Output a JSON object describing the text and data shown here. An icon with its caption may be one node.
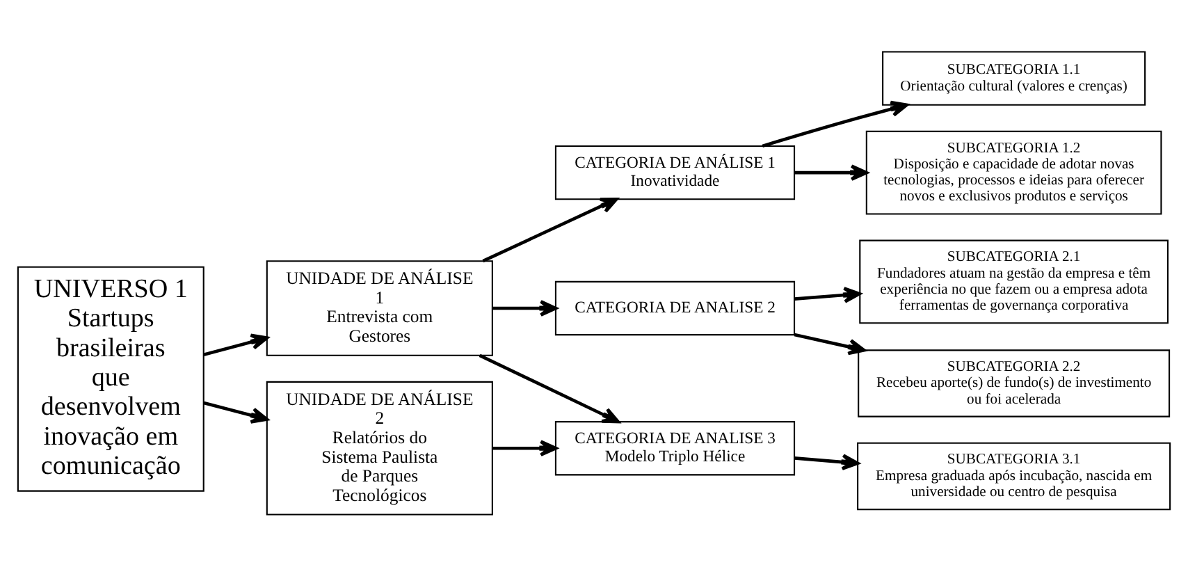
{
  "diagram": {
    "nodes": [
      {
        "text": [
          "UNIVERSO 1",
          "Startups brasileiras que desenvolvem inovação em comunicação"
        ]
      },
      {
        "text": [
          "UNIDADE DE ANÁLISE 1",
          "Entrevista com Gestores"
        ]
      },
      {
        "text": [
          "UNIDADE DE ANÁLISE 2",
          "Relatórios do Sistema Paulista de Parques Tecnológicos"
        ]
      },
      {
        "text": [
          "CATEGORIA DE ANÁLISE 1",
          "Inovatividade"
        ]
      },
      {
        "text": [
          "CATEGORIA DE ANALISE 2"
        ]
      },
      {
        "text": [
          "CATEGORIA DE ANALISE 3",
          "Modelo Triplo Hélice"
        ]
      },
      {
        "text": [
          "SUBCATEGORIA 1.1",
          "Orientação cultural (valores e crenças)"
        ]
      },
      {
        "text": [
          "SUBCATEGORIA 1.2",
          "Disposição e capacidade de adotar novas tecnologias, processos e ideias para oferecer novos e exclusivos produtos e serviços"
        ]
      },
      {
        "text": [
          "SUBCATEGORIA 2.1",
          "Fundadores atuam na gestão da empresa e têm experiência no que fazem ou a empresa adota ferramentas de governança corporativa"
        ]
      },
      {
        "text": [
          "SUBCATEGORIA 2.2",
          "Recebeu aporte(s) de fundo(s) de investimento ou foi acelerada"
        ]
      },
      {
        "text": [
          "SUBCATEGORIA 3.1",
          "Empresa graduada após incubação, nascida em universidade ou centro de pesquisa"
        ]
      }
    ],
    "edges": [
      {
        "from": 0,
        "to": 1,
        "arrow": "to"
      },
      {
        "from": 0,
        "to": 2,
        "arrow": "to"
      },
      {
        "from": 1,
        "to": 3,
        "arrow": "to"
      },
      {
        "from": 1,
        "to": 4,
        "arrow": "to"
      },
      {
        "from": 1,
        "to": 5,
        "arrow": "to"
      },
      {
        "from": 2,
        "to": 5,
        "arrow": "to"
      },
      {
        "from": 3,
        "to": 6,
        "arrow": "to"
      },
      {
        "from": 3,
        "to": 7,
        "arrow": "to"
      },
      {
        "from": 4,
        "to": 8,
        "arrow": "to"
      },
      {
        "from": 4,
        "to": 9,
        "arrow": "to"
      },
      {
        "from": 5,
        "to": 10,
        "arrow": "to"
      }
    ]
  }
}
